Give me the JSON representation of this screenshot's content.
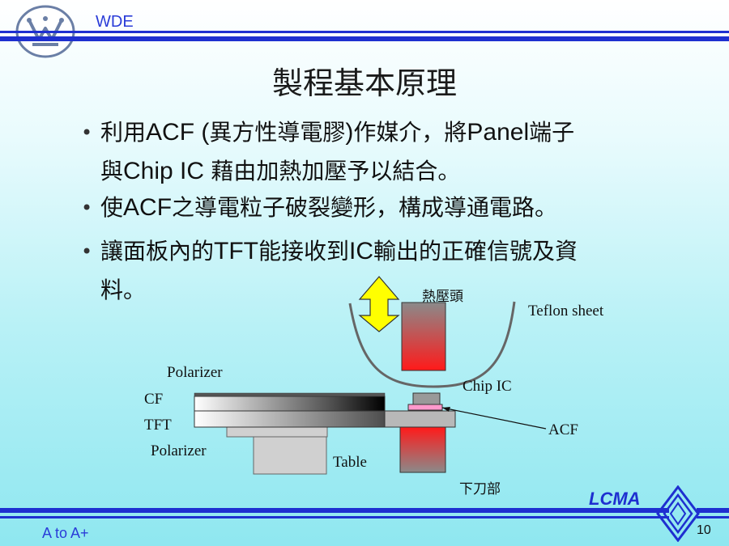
{
  "header": {
    "brand": "WDE",
    "logo": "westinghouse-w-logo"
  },
  "title": "製程基本原理",
  "bullets": [
    {
      "marker": "•",
      "parts": [
        "利用",
        "ACF (",
        "異方性導電膠",
        ")",
        "作媒介，將",
        "Panel",
        "端子",
        "與",
        "Chip IC ",
        "藉由加熱加壓予以結合。"
      ]
    },
    {
      "marker": "•",
      "parts": [
        "使",
        "ACF",
        "之導電粒子破裂變形，構成導通電路。"
      ]
    },
    {
      "marker": "•",
      "parts": [
        "讓面板內的",
        "TFT",
        "能接收到",
        "IC",
        "輸出的正確信號及資",
        "料。"
      ]
    }
  ],
  "diagram": {
    "labels": {
      "heater": "熱壓頭",
      "teflon": "Teflon sheet",
      "polarizer_top": "Polarizer",
      "cf": "CF",
      "tft": "TFT",
      "polarizer_bottom": "Polarizer",
      "chip_ic": "Chip IC",
      "acf": "ACF",
      "table": "Table",
      "lower_blade": "下刀部"
    },
    "colors": {
      "heater_red": "#ff1a1a",
      "arrow_yellow": "#ffff00",
      "acf_pink": "#ff99cc"
    }
  },
  "footer": {
    "brand": "LCMA",
    "left_text": "A to A+",
    "page": "10",
    "brand_color": "#1e2fd0"
  }
}
